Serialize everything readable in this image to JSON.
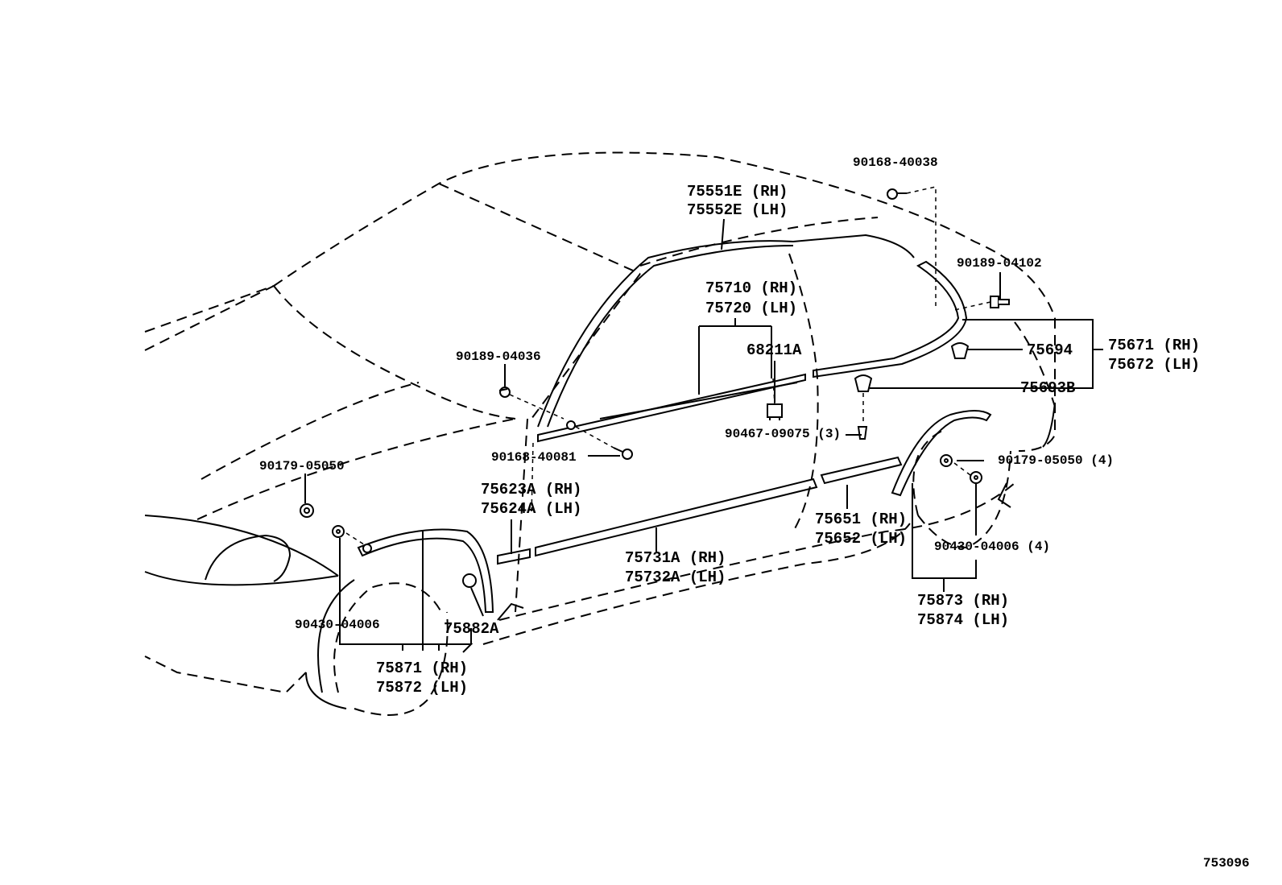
{
  "diagram_id": "753096",
  "labels": {
    "roof_rh": "75551E (RH)",
    "roof_lh": "75552E (LH)",
    "clip_90168_40038": "90168-40038",
    "screw_90189_04102": "90189-04102",
    "belt_rh": "75710 (RH)",
    "belt_lh": "75720 (LH)",
    "clip_68211a": "68211A",
    "clip_75694": "75694",
    "qtr_rh": "75671 (RH)",
    "qtr_lh": "75672 (LH)",
    "clip_75693b": "75693B",
    "screw_90189_04036": "90189-04036",
    "clip_90467_09075": "90467-09075 (3)",
    "clip_90168_40081": "90168-40081",
    "clip_90179_05050_front": "90179-05050",
    "clip_90179_05050_rear": "90179-05050 (4)",
    "mould_75623a_rh": "75623A (RH)",
    "mould_75624a_lh": "75624A (LH)",
    "mould_75651_rh": "75651 (RH)",
    "mould_75652_lh": "75652 (LH)",
    "nut_90430_04006_rear": "90430-04006 (4)",
    "side_75731a_rh": "75731A (RH)",
    "side_75732a_lh": "75732A (LH)",
    "arch_75873_rh": "75873 (RH)",
    "arch_75874_lh": "75874 (LH)",
    "nut_90430_04006_front": "90430-04006",
    "clip_75882a": "75882A",
    "arch_75871_rh": "75871 (RH)",
    "arch_75872_lh": "75872 (LH)"
  }
}
